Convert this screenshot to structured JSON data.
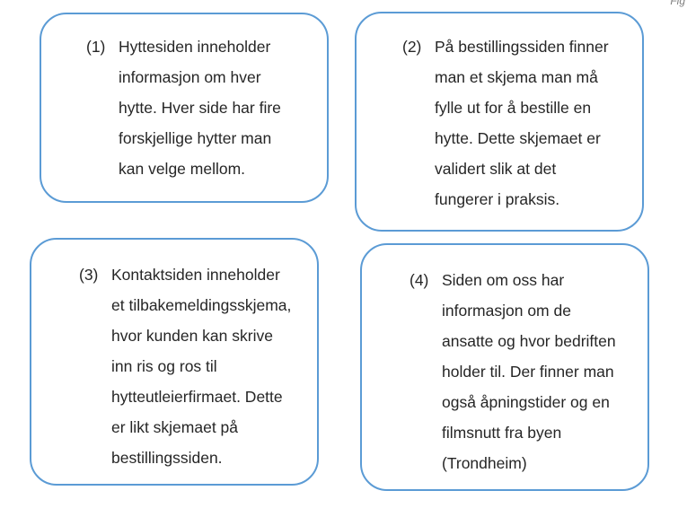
{
  "corner_text": "Fig",
  "cards": [
    {
      "number": "(1)",
      "lines": [
        "Hyttesiden inneholder",
        "informasjon om hver",
        "hytte. Hver side har fire",
        "forskjellige hytter man",
        "kan velge mellom."
      ]
    },
    {
      "number": "(2)",
      "lines": [
        "På bestillingssiden finner",
        "man et skjema man må",
        "fylle ut for å bestille en",
        "hytte. Dette skjemaet er",
        "validert slik at det",
        "fungerer i praksis."
      ]
    },
    {
      "number": "(3)",
      "lines": [
        "Kontaktsiden inneholder",
        "et tilbakemeldingsskjema,",
        "hvor kunden kan skrive",
        "inn ris og ros til",
        "hytteutleierfirmaet. Dette",
        "er likt skjemaet på",
        "bestillingssiden."
      ]
    },
    {
      "number": "(4)",
      "lines": [
        "Siden om oss har",
        "informasjon om de",
        "ansatte og hvor bedriften",
        "holder til. Der finner man",
        "også åpningstider og en",
        "filmsnutt fra byen",
        "(Trondheim)"
      ]
    }
  ],
  "colors": {
    "card_border": "#5b9bd5",
    "text": "#262626"
  }
}
